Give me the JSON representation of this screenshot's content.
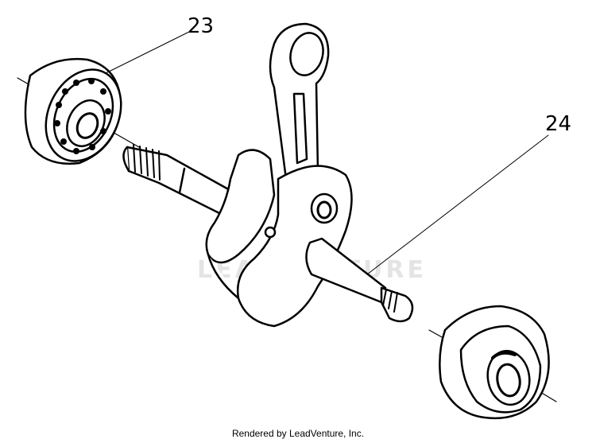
{
  "diagram": {
    "callouts": [
      {
        "label": "23"
      },
      {
        "label": "24"
      }
    ],
    "watermark": "LEADVENTURE",
    "credit": "Rendered by LeadVenture, Inc."
  }
}
